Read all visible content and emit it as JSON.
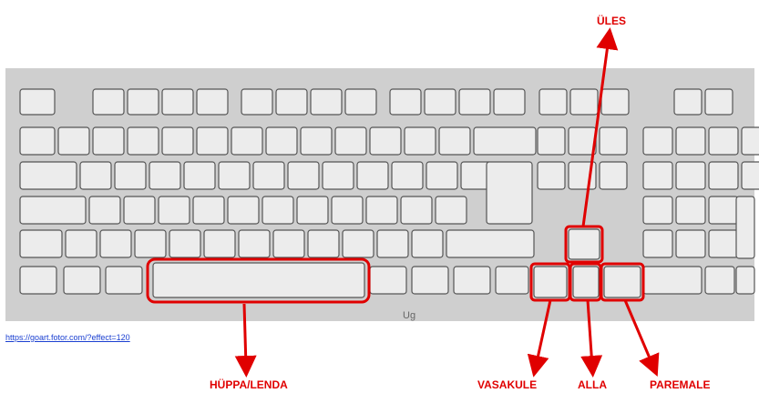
{
  "labels": {
    "up": "ÜLES",
    "space": "HÜPPA/LENDA",
    "left": "VASAKULE",
    "down": "ALLA",
    "right": "PAREMALE"
  },
  "source_link": "https://goart.fotor.com/?effect=120",
  "colors": {
    "accent": "#e00000",
    "keyboard_bg": "#cfcfcf",
    "key_fill": "#ececec",
    "key_stroke": "#555555",
    "link": "#1a3fd1"
  }
}
